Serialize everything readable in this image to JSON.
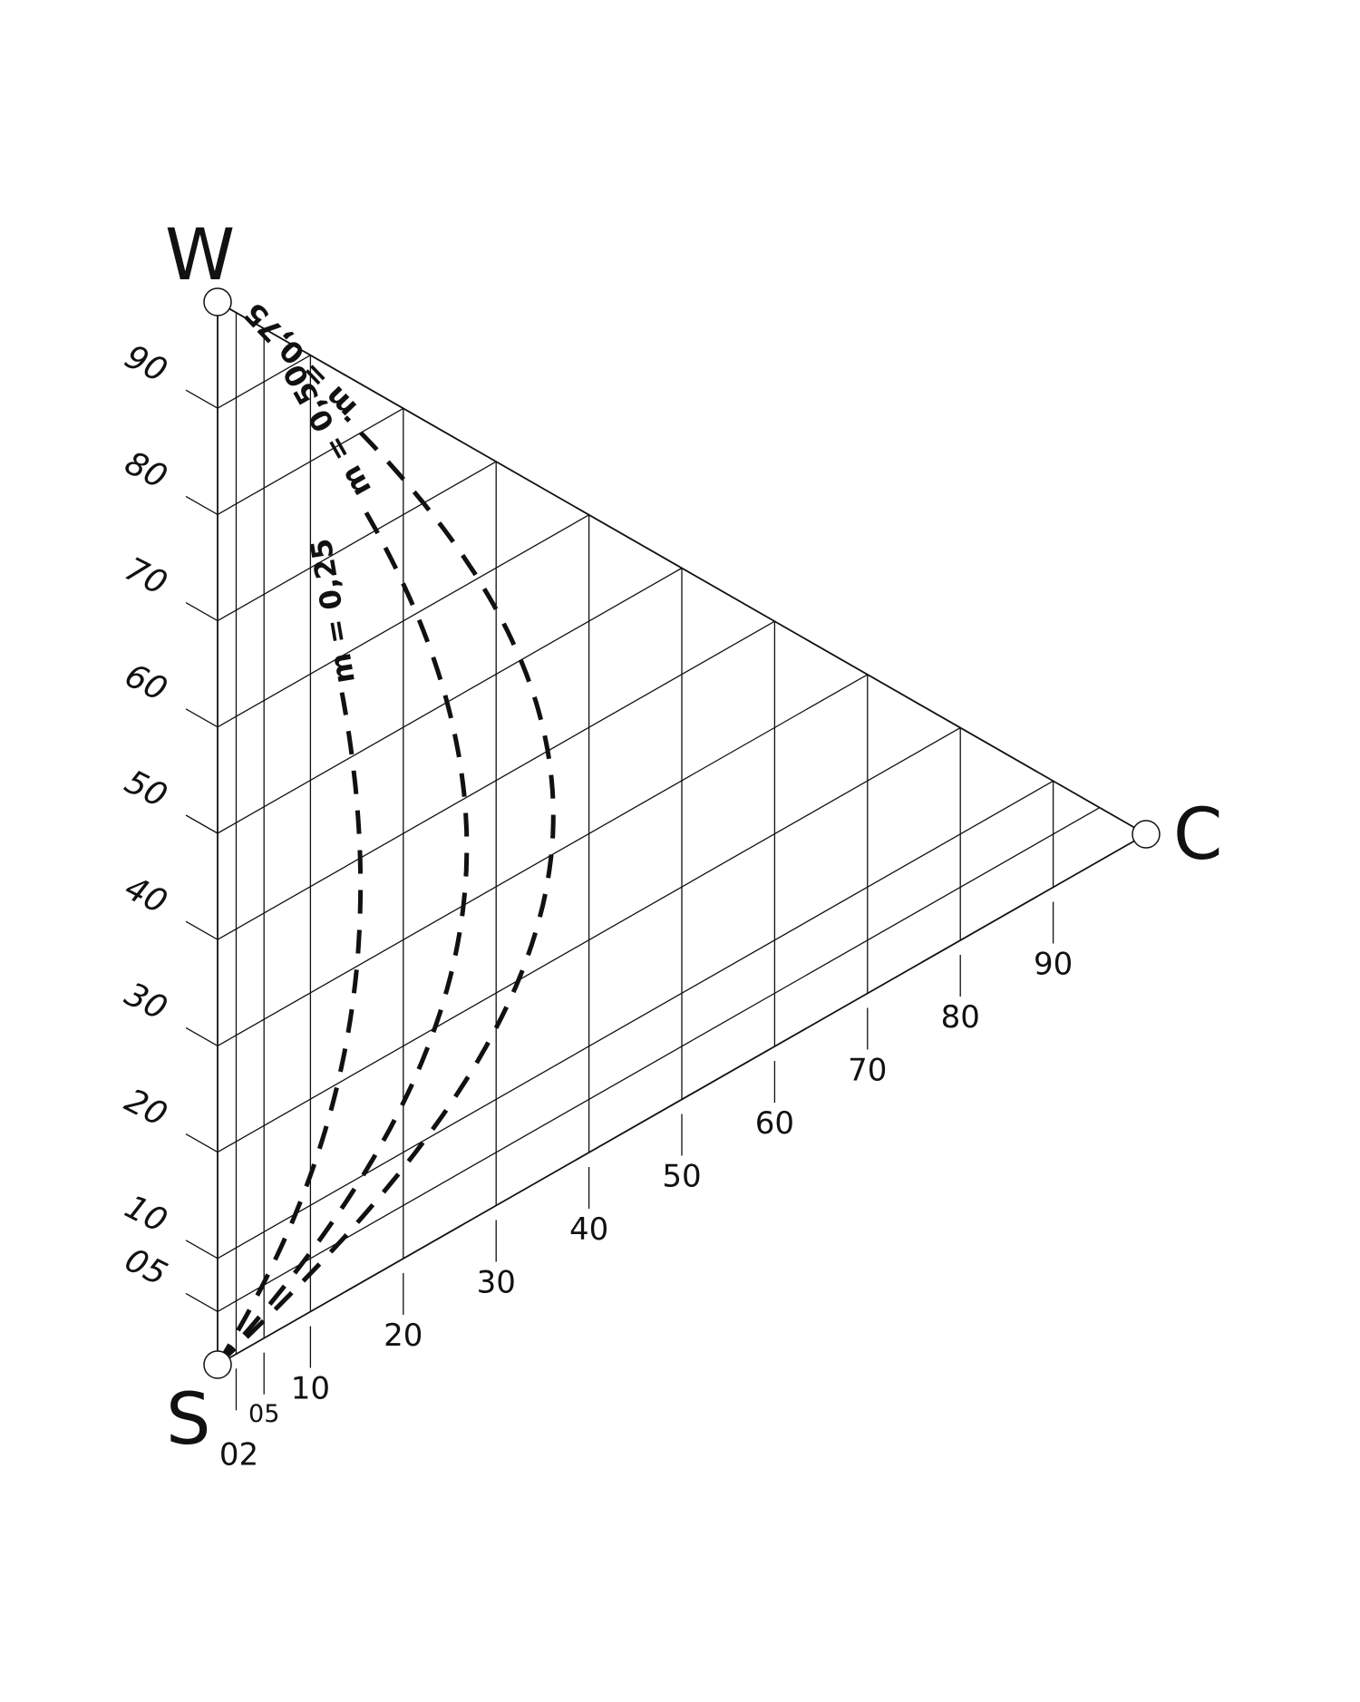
{
  "vertices": {
    "w": "W",
    "c": "C",
    "s": "S"
  },
  "bottom_ticks": [
    "02",
    "05",
    "10",
    "20",
    "30",
    "40",
    "50",
    "60",
    "70",
    "80",
    "90"
  ],
  "left_ticks": [
    "05",
    "10",
    "20",
    "30",
    "40",
    "50",
    "60",
    "70",
    "80",
    "90"
  ],
  "curves": [
    {
      "label": "m = 0,25",
      "m": 0.25
    },
    {
      "label": "m = 0,50",
      "m": 0.5
    },
    {
      "label": "m = 0,75",
      "m": 0.75
    }
  ]
}
